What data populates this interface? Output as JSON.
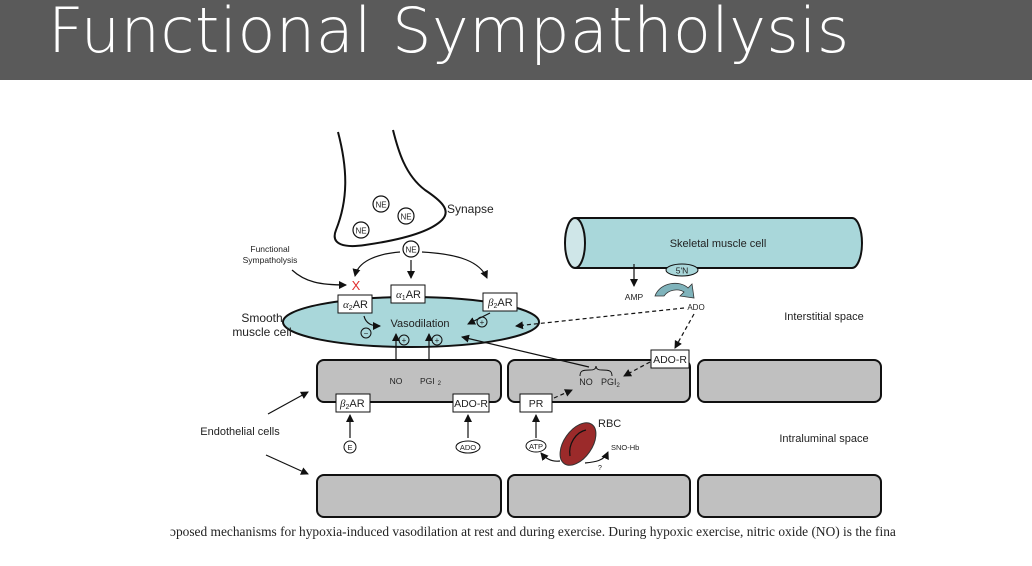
{
  "slide": {
    "title": "Functional Sympatholysis"
  },
  "diagram": {
    "labels": {
      "synapse": "Synapse",
      "functional_sympatholysis_line1": "Functional",
      "functional_sympatholysis_line2": "Sympatholysis",
      "block_mark": "X",
      "smooth_muscle_line1": "Smooth",
      "smooth_muscle_line2": "muscle cell",
      "vasodilation": "Vasodilation",
      "skeletal_muscle": "Skeletal muscle cell",
      "five_n": "5'N",
      "amp": "AMP",
      "ado_interstitial": "ADO",
      "interstitial_space": "Interstitial space",
      "intraluminal_space": "Intraluminal space",
      "endothelial_cells": "Endothelial cells",
      "no_left": "NO",
      "pgi_left": "PGI",
      "pgi_left_sub": "2",
      "no_mid": "NO",
      "pgi_mid": "PGI",
      "pgi_mid_sub": "2",
      "rbc": "RBC",
      "sno_hb": "SNO-Hb",
      "question": "?",
      "plus": "+",
      "minus": "−"
    },
    "molecules": {
      "ne": "NE",
      "e": "E",
      "ado": "ADO",
      "atp": "ATP"
    },
    "receptors": {
      "alpha2": {
        "greek": "α",
        "sub": "2",
        "suffix": "AR"
      },
      "alpha1": {
        "greek": "α",
        "sub": "1",
        "suffix": "AR"
      },
      "beta2_smooth": {
        "greek": "β",
        "sub": "2",
        "suffix": "AR"
      },
      "beta2_endo": {
        "greek": "β",
        "sub": "2",
        "suffix": "AR"
      },
      "ado_r_endo": "ADO-R",
      "ado_r_mid": "ADO-R",
      "pr": "PR"
    },
    "colors": {
      "cell_fill": "#a9d7da",
      "endothelial_fill": "#c0c0c0",
      "rbc_fill": "#9b2a2a",
      "block_mark": "#e03030",
      "arrow_fill": "#7fb3bb"
    }
  },
  "caption": {
    "text": "ɔposed mechanisms for hypoxia-induced vasodilation at rest and during exercise. During hypoxic exercise, nitric oxide (NO) is the fina"
  }
}
